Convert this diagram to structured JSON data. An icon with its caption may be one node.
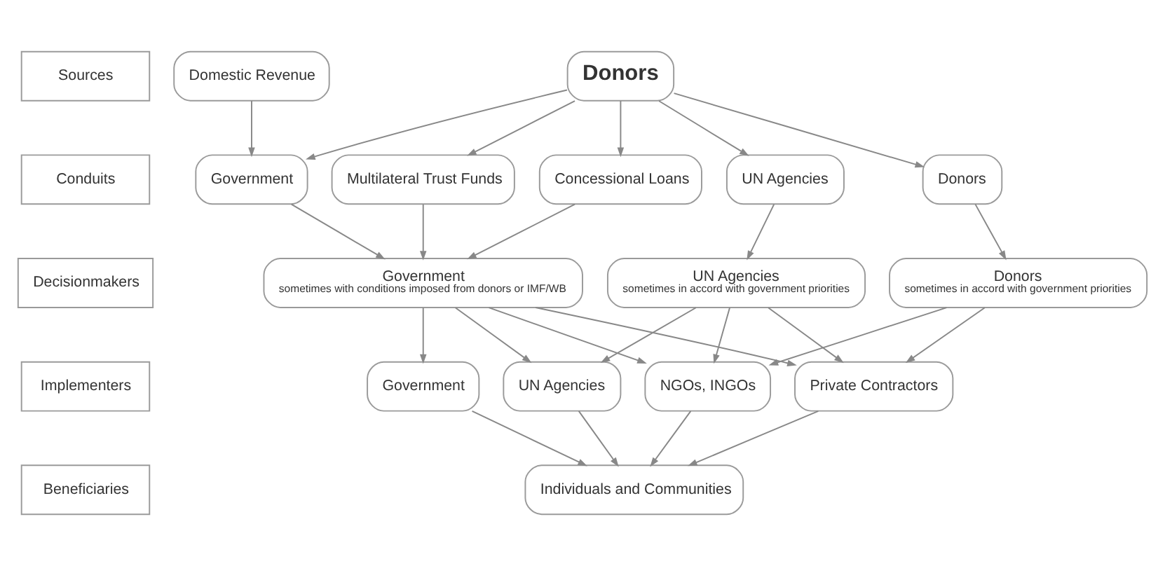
{
  "diagram": {
    "nodes": [
      {
        "text": [
          "Sources"
        ]
      },
      {
        "text": [
          "Domestic Revenue"
        ]
      },
      {
        "text": [
          "Donors"
        ]
      },
      {
        "text": [
          "Conduits"
        ]
      },
      {
        "text": [
          "Government"
        ]
      },
      {
        "text": [
          "Multilateral Trust Funds"
        ]
      },
      {
        "text": [
          "Concessional Loans"
        ]
      },
      {
        "text": [
          "UN Agencies"
        ]
      },
      {
        "text": [
          "Donors"
        ]
      },
      {
        "text": [
          "Decisionmakers"
        ]
      },
      {
        "text": [
          "Government",
          "sometimes with conditions imposed from donors or IMF/WB"
        ]
      },
      {
        "text": [
          "UN Agencies",
          "sometimes in accord with government priorities"
        ]
      },
      {
        "text": [
          "Donors",
          "sometimes in accord with government priorities"
        ]
      },
      {
        "text": [
          "Implementers"
        ]
      },
      {
        "text": [
          "Government"
        ]
      },
      {
        "text": [
          "NGOs, INGOs"
        ]
      },
      {
        "text": [
          "UN Agencies"
        ]
      },
      {
        "text": [
          "Private Contractors"
        ]
      },
      {
        "text": [
          "Beneficiaries"
        ]
      },
      {
        "text": [
          "Individuals and Communities"
        ]
      }
    ],
    "edges": [
      {
        "from": 1,
        "to": 4,
        "arrow": "to"
      },
      {
        "from": 2,
        "to": 4,
        "arrow": "to"
      },
      {
        "from": 2,
        "to": 5,
        "arrow": "to"
      },
      {
        "from": 2,
        "to": 6,
        "arrow": "to"
      },
      {
        "from": 2,
        "to": 7,
        "arrow": "to"
      },
      {
        "from": 2,
        "to": 8,
        "arrow": "to"
      },
      {
        "from": 4,
        "to": 10,
        "arrow": "to"
      },
      {
        "from": 5,
        "to": 10,
        "arrow": "to"
      },
      {
        "from": 6,
        "to": 10,
        "arrow": "to"
      },
      {
        "from": 7,
        "to": 11,
        "arrow": "to"
      },
      {
        "from": 8,
        "to": 12,
        "arrow": "to"
      },
      {
        "from": 10,
        "to": 14,
        "arrow": "to"
      },
      {
        "from": 10,
        "to": 15,
        "arrow": "to"
      },
      {
        "from": 10,
        "to": 16,
        "arrow": "to"
      },
      {
        "from": 10,
        "to": 17,
        "arrow": "to"
      },
      {
        "from": 11,
        "to": 15,
        "arrow": "to"
      },
      {
        "from": 11,
        "to": 16,
        "arrow": "to"
      },
      {
        "from": 11,
        "to": 17,
        "arrow": "to"
      },
      {
        "from": 12,
        "to": 15,
        "arrow": "to"
      },
      {
        "from": 12,
        "to": 17,
        "arrow": "to"
      },
      {
        "from": 14,
        "to": 19,
        "arrow": "to"
      },
      {
        "from": 15,
        "to": 19,
        "arrow": "to"
      },
      {
        "from": 16,
        "to": 19,
        "arrow": "to"
      },
      {
        "from": 17,
        "to": 19,
        "arrow": "to"
      }
    ]
  }
}
